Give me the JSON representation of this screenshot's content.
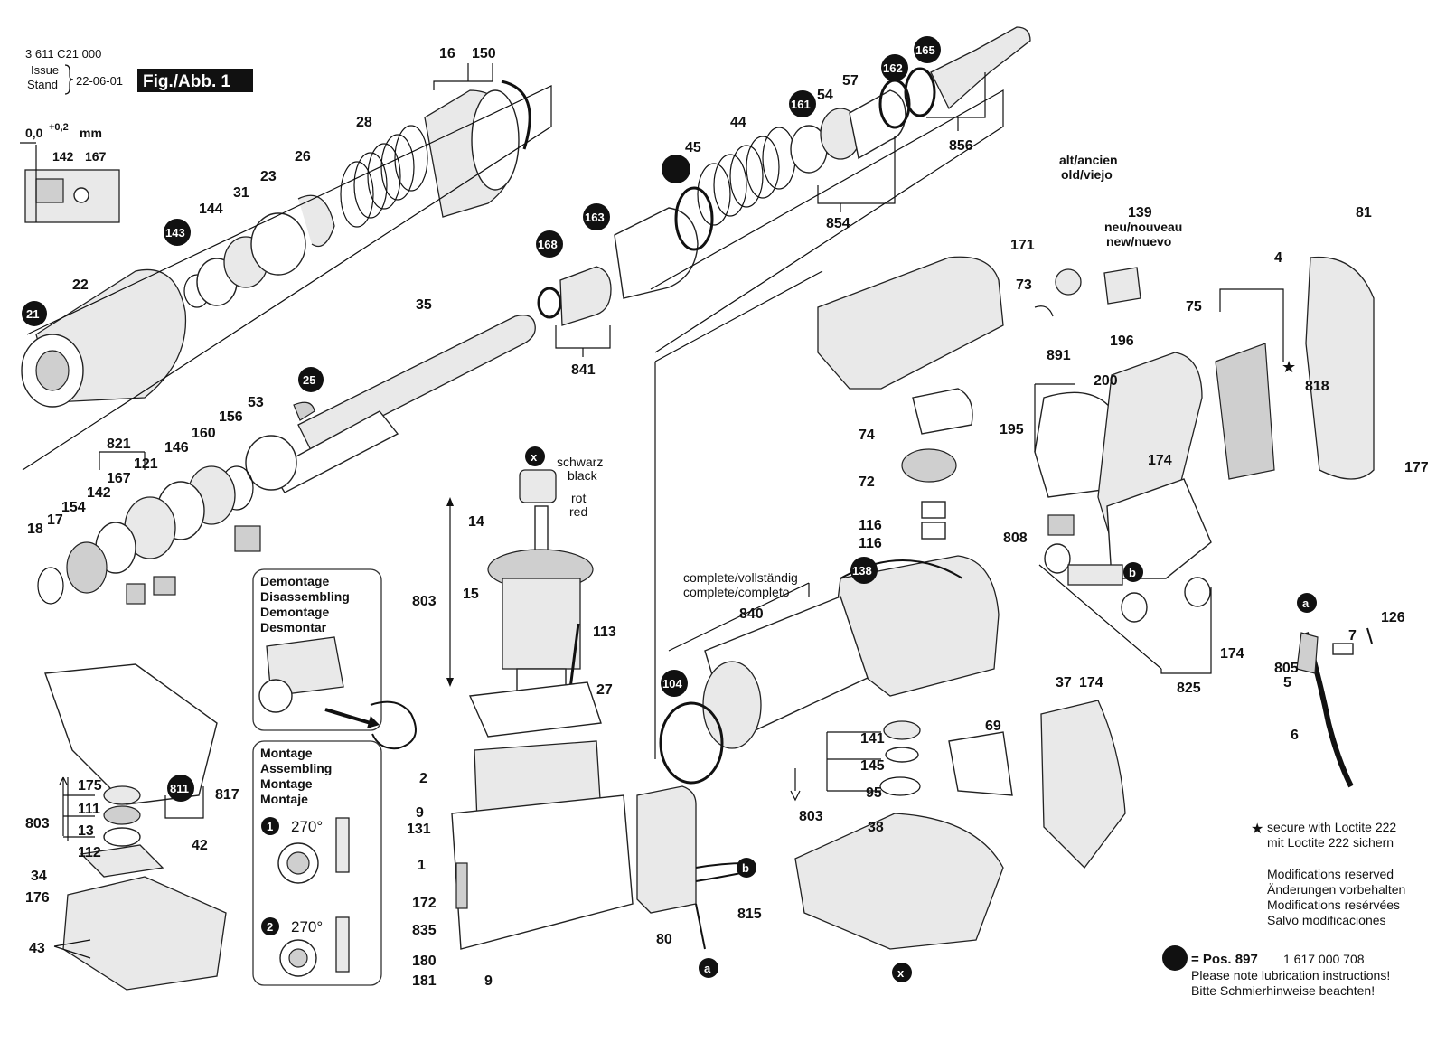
{
  "header": {
    "doc_number": "3 611 C21 000",
    "issue_label": "Issue",
    "stand_label": "Stand",
    "date": "22-06-01",
    "figure": "Fig./Abb. 1"
  },
  "inset": {
    "dim_main": "0,0",
    "dim_tol": "+0,2",
    "dim_unit": "mm",
    "labels": [
      "142",
      "167"
    ]
  },
  "part_labels": {
    "p16": "16",
    "p150": "150",
    "p28": "28",
    "p26": "26",
    "p23": "23",
    "p31": "31",
    "p144": "144",
    "p22": "22",
    "p35": "35",
    "p53": "53",
    "p156": "156",
    "p160": "160",
    "p146": "146",
    "p121": "121",
    "p167": "167",
    "p142": "142",
    "p821": "821",
    "p154": "154",
    "p17": "17",
    "p18": "18",
    "p841": "841",
    "p45": "45",
    "p44": "44",
    "p54": "54",
    "p57": "57",
    "p854": "854",
    "p856": "856",
    "p14": "14",
    "p15": "15",
    "p803a": "803",
    "p113": "113",
    "p27": "27",
    "p2": "2",
    "p9a": "9",
    "p131": "131",
    "p1": "1",
    "p172": "172",
    "p835": "835",
    "p180": "180",
    "p181": "181",
    "p9b": "9",
    "p80": "80",
    "p815": "815",
    "p171": "171",
    "p73": "73",
    "p74": "74",
    "p72": "72",
    "p116a": "116",
    "p116b": "116",
    "p840": "840",
    "p141": "141",
    "p145": "145",
    "p95": "95",
    "p803b": "803",
    "p38": "38",
    "p139": "139",
    "p891": "891",
    "p200": "200",
    "p196": "196",
    "p75": "75",
    "p195": "195",
    "p174a": "174",
    "p808": "808",
    "p4": "4",
    "p818": "818",
    "p81": "81",
    "p177": "177",
    "p825": "825",
    "p174b": "174",
    "p126": "126",
    "p7": "7",
    "p805": "805",
    "p5": "5",
    "p6": "6",
    "p37": "37",
    "p174c": "174",
    "p69": "69",
    "p175": "175",
    "p111": "111",
    "p13": "13",
    "p112": "112",
    "p803c": "803",
    "p34": "34",
    "p176": "176",
    "p43": "43",
    "p817": "817",
    "p42": "42"
  },
  "badges": {
    "b21": "21",
    "b143": "143",
    "b25": "25",
    "b168": "168",
    "b163": "163",
    "b161": "161",
    "b162": "162",
    "b165": "165",
    "b138": "138",
    "b104": "104",
    "b811": "811",
    "bx1": "x",
    "bx2": "x",
    "ba1": "a",
    "ba2": "a",
    "bb1": "b",
    "bb2": "b",
    "bs1": "1",
    "bs2": "2",
    "blube": ""
  },
  "wire_labels": {
    "schwarz": "schwarz",
    "black": "black",
    "rot": "rot",
    "red": "red"
  },
  "variant_labels": {
    "alt_ancien": "alt/ancien",
    "old_viejo": "old/viejo",
    "neu_nouveau": "neu/nouveau",
    "new_nuevo": "new/nuevo",
    "complete1": "complete/vollständig",
    "complete2": "complete/completo"
  },
  "boxes": {
    "demontage": [
      "Demontage",
      "Disassembling",
      "Demontage",
      "Desmontar"
    ],
    "montage": [
      "Montage",
      "Assembling",
      "Montage",
      "Montaje"
    ],
    "angle1": "270°",
    "angle2": "270°"
  },
  "notes": {
    "star": "★",
    "loctite1": "secure with Loctite 222",
    "loctite2": "mit Loctite 222 sichern",
    "mod1": "Modifications reserved",
    "mod2": "Änderungen vorbehalten",
    "mod3": "Modifications resérvées",
    "mod4": "Salvo modificaciones",
    "pos_label": "= Pos. 897",
    "pos_number": "1 617 000 708",
    "lube1": "Please note lubrication instructions!",
    "lube2": "Bitte Schmierhinweise beachten!"
  }
}
